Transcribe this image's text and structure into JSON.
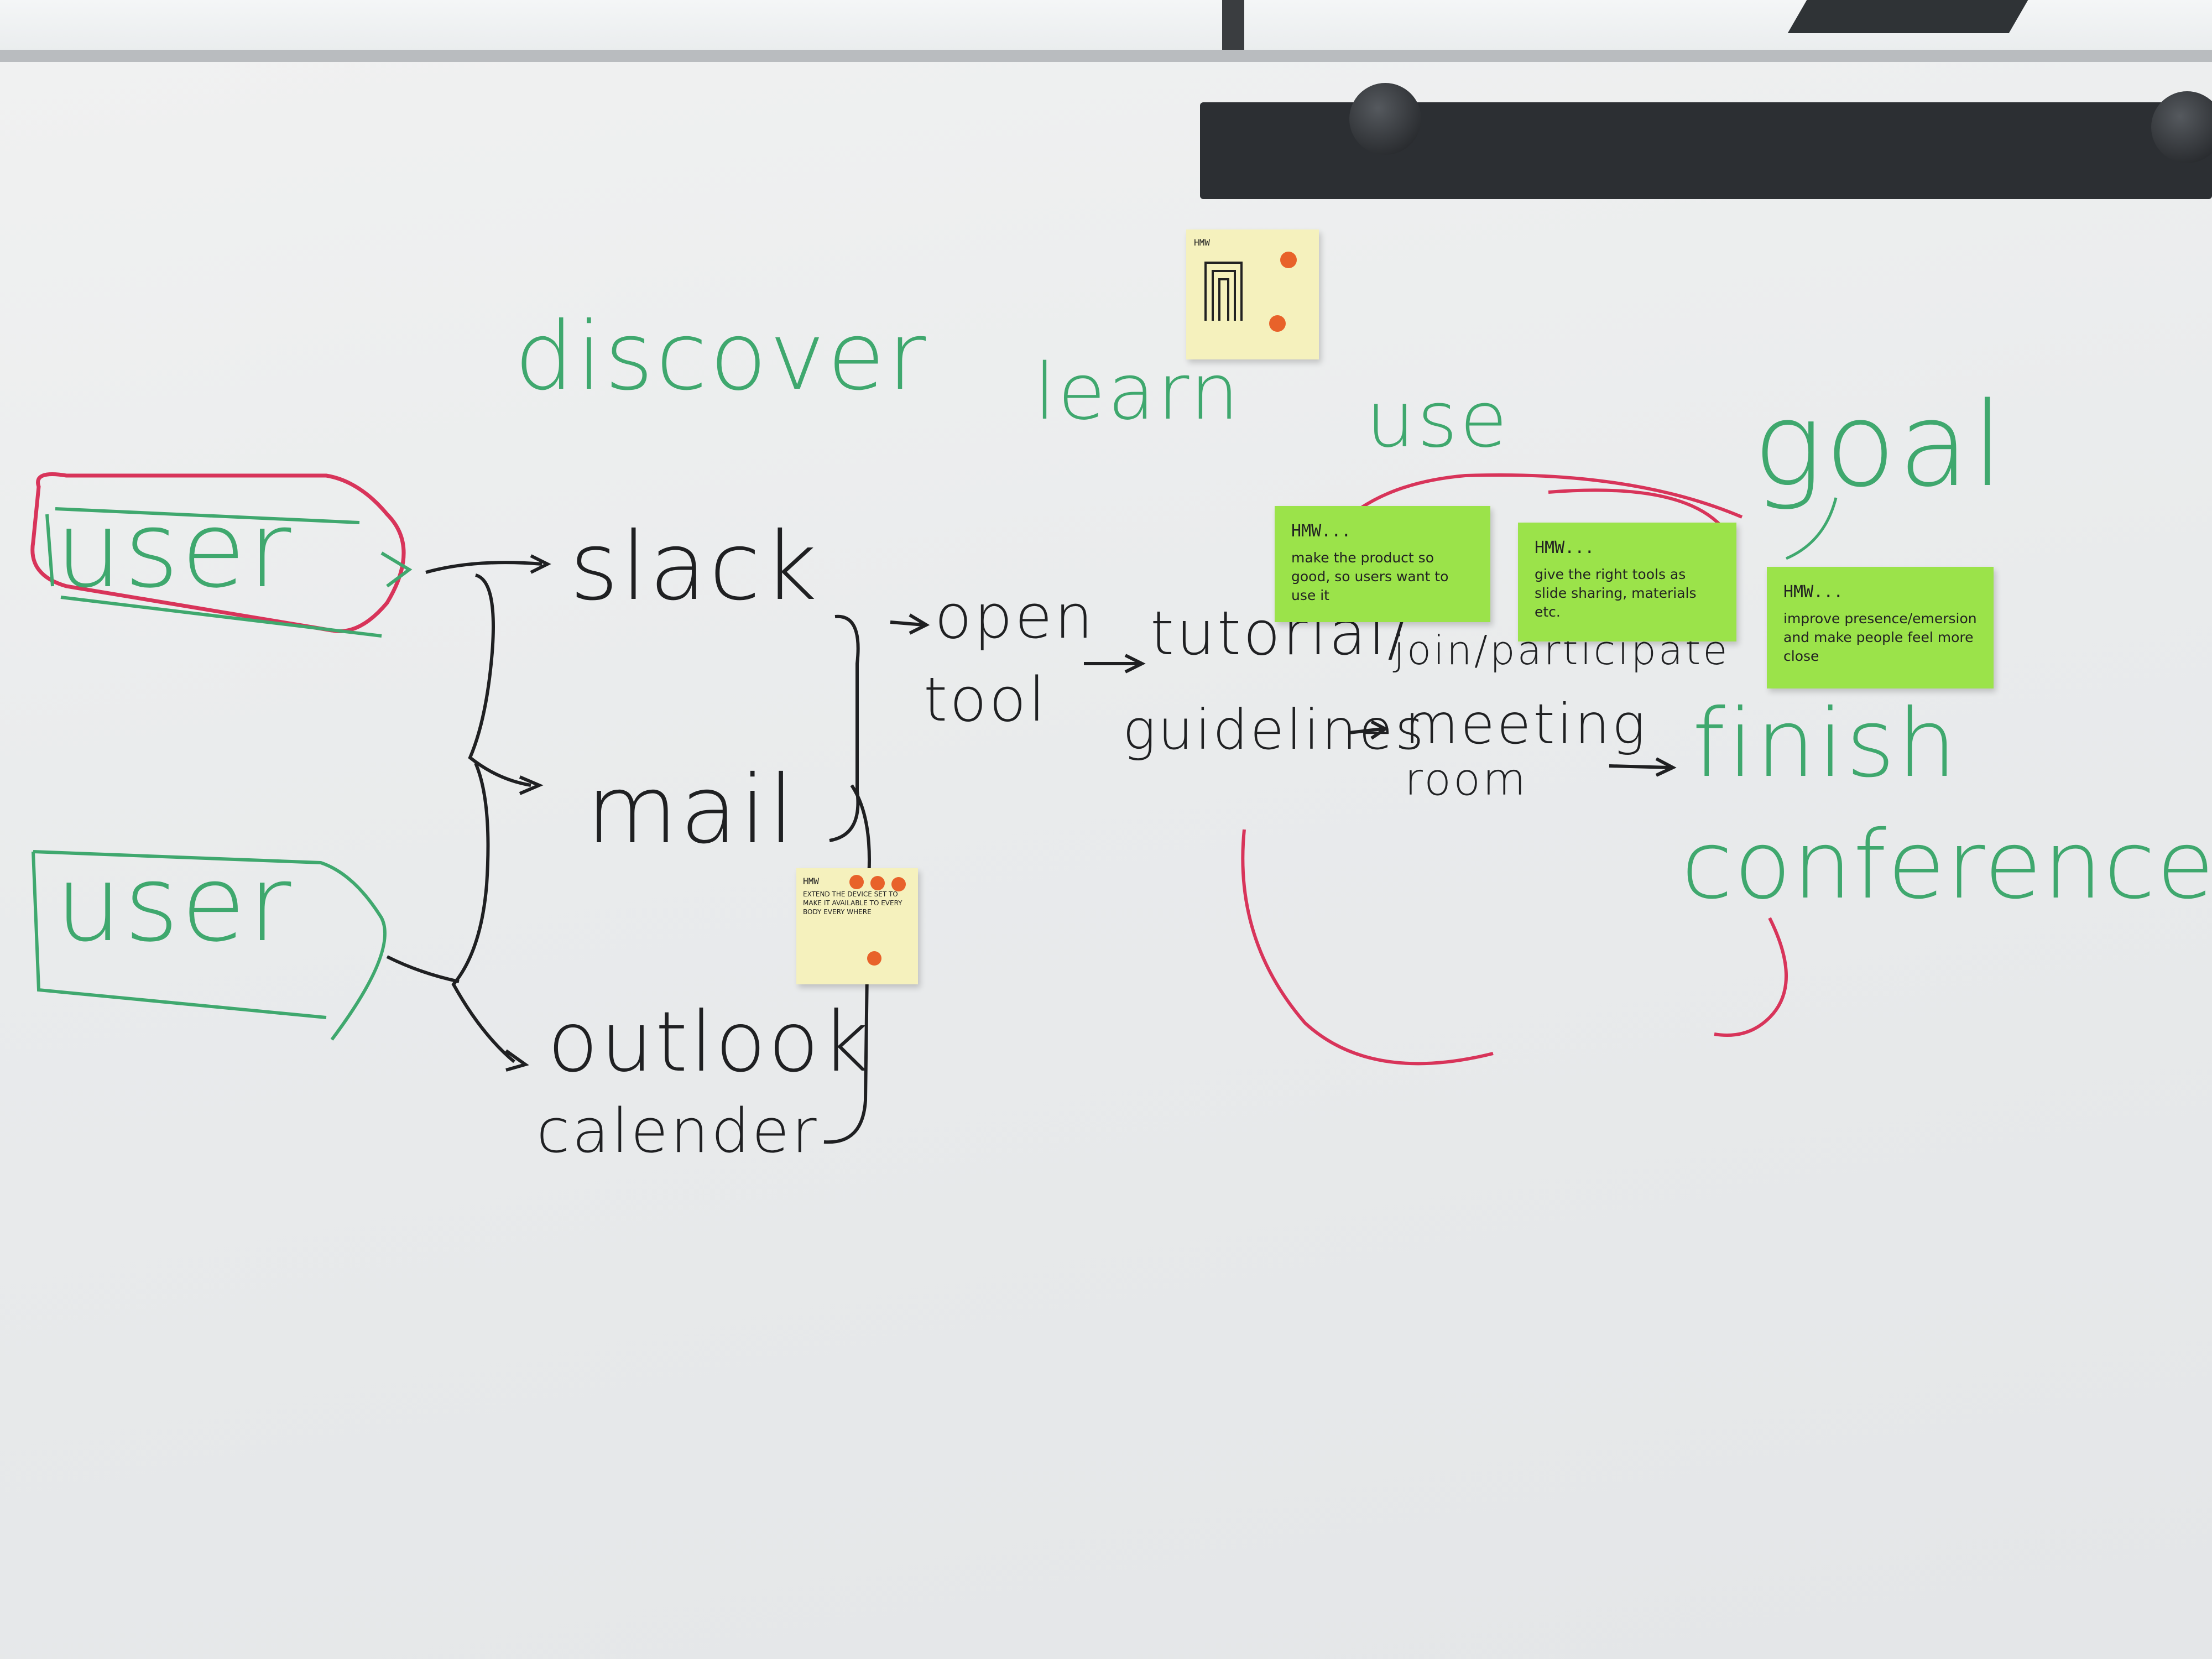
{
  "board": {
    "stages": {
      "discover": "discover",
      "learn": "learn",
      "use": "use",
      "goal": "goal"
    },
    "actors": [
      "user",
      "user"
    ],
    "channels": [
      "slack",
      "mail",
      "outlook",
      "calender"
    ],
    "flow": {
      "open_tool_line1": "open",
      "open_tool_line2": "tool",
      "tutorial_line1": "tutorial/",
      "tutorial_line2": "guidelines",
      "join_participate": "join/participate",
      "meeting": "meeting",
      "room": "room",
      "finish": "finish",
      "conference": "conference"
    },
    "stickies": [
      {
        "head": "HMW...",
        "body": "make the product so good, so users want to use it"
      },
      {
        "head": "HMW...",
        "body": "give the right tools as slide sharing, materials etc."
      },
      {
        "head": "HMW...",
        "body": "improve presence/emersion and make people feel more close"
      },
      {
        "head": "HMW",
        "body": "EXTEND THE DEVICE SET TO MAKE IT AVAILABLE TO EVERY BODY EVERY WHERE"
      },
      {
        "head": "HMW",
        "body": ""
      }
    ],
    "colors": {
      "green_marker": "#3fa86e",
      "black_marker": "#1f2022",
      "red_marker": "#d8345a",
      "sticky_lime": "#9be34a",
      "sticky_cream": "#f5f1bd",
      "dot_orange": "#e8622a"
    }
  }
}
